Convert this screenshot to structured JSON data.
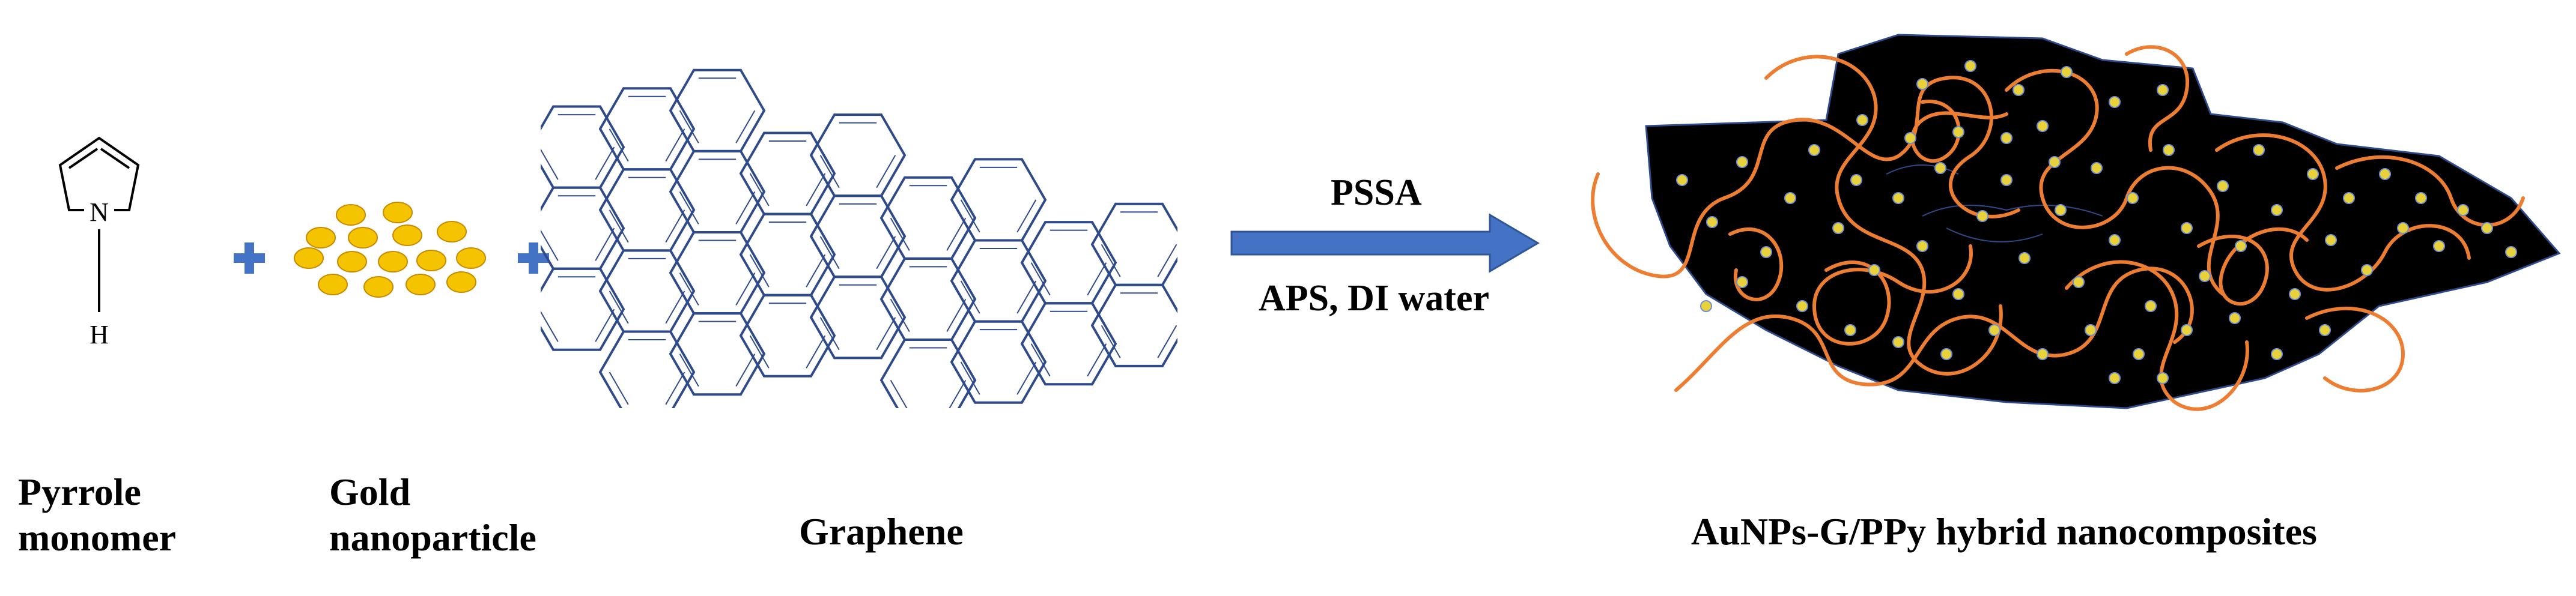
{
  "reactants": {
    "pyrrole": {
      "line1": "Pyrrole",
      "line2": "monomer",
      "n_atom": "N",
      "h_atom": "H"
    },
    "gold": {
      "line1": "Gold",
      "line2": "nanoparticle"
    },
    "graphene": {
      "label": "Graphene"
    }
  },
  "arrow": {
    "above": "PSSA",
    "below": "APS, DI water"
  },
  "product": {
    "label": "AuNPs-G/PPy hybrid nanocomposites"
  },
  "colors": {
    "plus": "#4472C4",
    "arrow": "#4472C4",
    "gold": "#F5C400",
    "gold_outline": "#C88A00",
    "graphene_line": "#2F4A8A",
    "polymer": "#ED7D31",
    "sheet": "#000000",
    "sheet_edge": "#2F4A8A"
  },
  "icons": [
    "plus-icon",
    "plus-icon",
    "reaction-arrow-icon"
  ]
}
